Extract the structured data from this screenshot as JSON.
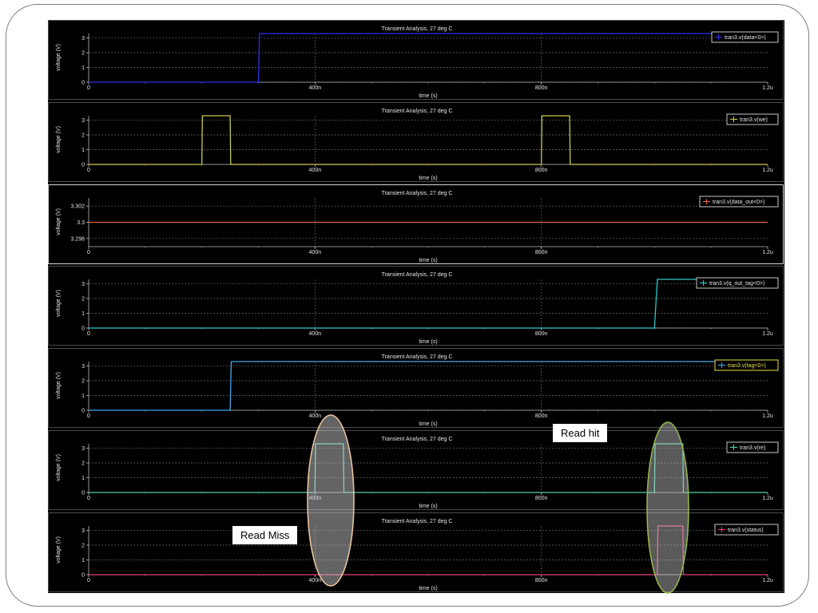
{
  "chart_data": [
    {
      "type": "line",
      "title": "Transient Analysis, 27 deg C",
      "xlabel": "time (s)",
      "ylabel": "voltage (V)",
      "xlim": [
        0,
        1.2e-06
      ],
      "xticks": [
        {
          "value": 0,
          "label": "0"
        },
        {
          "value": 4e-07,
          "label": "400n"
        },
        {
          "value": 8e-07,
          "label": "800n"
        },
        {
          "value": 1.2e-06,
          "label": "1.2u"
        }
      ],
      "ylim": [
        0,
        3.3
      ],
      "yticks": [
        {
          "value": 0,
          "label": "0"
        },
        {
          "value": 1,
          "label": "1"
        },
        {
          "value": 2,
          "label": "2"
        },
        {
          "value": 3,
          "label": "3"
        }
      ],
      "series": [
        {
          "name": "tran3.v(data<0>)",
          "color": "#3030e8",
          "x": [
            0,
            3e-07,
            3.02e-07,
            1.2e-06
          ],
          "y": [
            0,
            0,
            3.3,
            3.3
          ]
        }
      ],
      "legend_position": "top-right",
      "grid": true
    },
    {
      "type": "line",
      "title": "Transient Analysis, 27 deg C",
      "xlabel": "time (s)",
      "ylabel": "voltage (V)",
      "xlim": [
        0,
        1.2e-06
      ],
      "xticks": [
        {
          "value": 0,
          "label": "0"
        },
        {
          "value": 4e-07,
          "label": "400n"
        },
        {
          "value": 8e-07,
          "label": "800n"
        },
        {
          "value": 1.2e-06,
          "label": "1.2u"
        }
      ],
      "ylim": [
        0,
        3.3
      ],
      "yticks": [
        {
          "value": 0,
          "label": "0"
        },
        {
          "value": 1,
          "label": "1"
        },
        {
          "value": 2,
          "label": "2"
        },
        {
          "value": 3,
          "label": "3"
        }
      ],
      "series": [
        {
          "name": "tran3.v(we)",
          "color": "#c8c850",
          "x": [
            0,
            2e-07,
            2.01e-07,
            2.5e-07,
            2.51e-07,
            8e-07,
            8.01e-07,
            8.5e-07,
            8.51e-07,
            1.2e-06
          ],
          "y": [
            0,
            0,
            3.3,
            3.3,
            0,
            0,
            3.3,
            3.3,
            0,
            0
          ]
        }
      ],
      "legend_position": "top-right",
      "grid": true
    },
    {
      "type": "line",
      "title": "Transient Analysis, 27 deg C",
      "xlabel": "time (s)",
      "ylabel": "voltage (V)",
      "xlim": [
        0,
        1.2e-06
      ],
      "xticks": [
        {
          "value": 0,
          "label": "0"
        },
        {
          "value": 4e-07,
          "label": "400n"
        },
        {
          "value": 8e-07,
          "label": "800n"
        },
        {
          "value": 1.2e-06,
          "label": "1.2u"
        }
      ],
      "ylim": [
        3.297,
        3.303
      ],
      "yticks": [
        {
          "value": 3.298,
          "label": "3.298"
        },
        {
          "value": 3.3,
          "label": "3.3"
        },
        {
          "value": 3.302,
          "label": "3.302"
        }
      ],
      "series": [
        {
          "name": "tran3.v(data_out<0>)",
          "color": "#d86a3a",
          "x": [
            0,
            1.2e-06
          ],
          "y": [
            3.3,
            3.3
          ]
        }
      ],
      "legend_position": "top-right",
      "grid": true
    },
    {
      "type": "line",
      "title": "Transient Analysis, 27 deg C",
      "xlabel": "time (s)",
      "ylabel": "voltage (V)",
      "xlim": [
        0,
        1.2e-06
      ],
      "xticks": [
        {
          "value": 0,
          "label": "0"
        },
        {
          "value": 4e-07,
          "label": "400n"
        },
        {
          "value": 8e-07,
          "label": "800n"
        },
        {
          "value": 1.2e-06,
          "label": "1.2u"
        }
      ],
      "ylim": [
        0,
        3.3
      ],
      "yticks": [
        {
          "value": 0,
          "label": "0"
        },
        {
          "value": 1,
          "label": "1"
        },
        {
          "value": 2,
          "label": "2"
        },
        {
          "value": 3,
          "label": "3"
        }
      ],
      "series": [
        {
          "name": "tran3.v(q_out_tag<0>)",
          "color": "#30c8c8",
          "x": [
            0,
            1e-06,
            1.005e-06,
            1.2e-06
          ],
          "y": [
            0,
            0,
            3.3,
            3.3
          ]
        }
      ],
      "legend_position": "top-right",
      "grid": true
    },
    {
      "type": "line",
      "title": "Transient Analysis, 27 deg C",
      "xlabel": "time (s)",
      "ylabel": "voltage (V)",
      "xlim": [
        0,
        1.2e-06
      ],
      "xticks": [
        {
          "value": 0,
          "label": "0"
        },
        {
          "value": 4e-07,
          "label": "400n"
        },
        {
          "value": 8e-07,
          "label": "800n"
        },
        {
          "value": 1.2e-06,
          "label": "1.2u"
        }
      ],
      "ylim": [
        0,
        3.3
      ],
      "yticks": [
        {
          "value": 0,
          "label": "0"
        },
        {
          "value": 1,
          "label": "1"
        },
        {
          "value": 2,
          "label": "2"
        },
        {
          "value": 3,
          "label": "3"
        }
      ],
      "series": [
        {
          "name": "tran3.v(tag<0>)",
          "color": "#40a8f0",
          "x": [
            0,
            2.5e-07,
            2.52e-07,
            1.2e-06
          ],
          "y": [
            0,
            0,
            3.3,
            3.3
          ]
        }
      ],
      "legend_position": "top-right",
      "legend_highlight": "#e8e040",
      "grid": true
    },
    {
      "type": "line",
      "title": "Transient Analysis, 27 deg C",
      "xlabel": "time (s)",
      "ylabel": "voltage (V)",
      "xlim": [
        0,
        1.2e-06
      ],
      "xticks": [
        {
          "value": 0,
          "label": "0"
        },
        {
          "value": 4e-07,
          "label": "400n"
        },
        {
          "value": 8e-07,
          "label": "800n"
        },
        {
          "value": 1.2e-06,
          "label": "1.2u"
        }
      ],
      "ylim": [
        0,
        3.3
      ],
      "yticks": [
        {
          "value": 0,
          "label": "0"
        },
        {
          "value": 1,
          "label": "1"
        },
        {
          "value": 2,
          "label": "2"
        },
        {
          "value": 3,
          "label": "3"
        }
      ],
      "series": [
        {
          "name": "tran3.v(re)",
          "color": "#50d0b0",
          "x": [
            0,
            4e-07,
            4.01e-07,
            4.5e-07,
            4.51e-07,
            1e-06,
            1.001e-06,
            1.05e-06,
            1.051e-06,
            1.2e-06
          ],
          "y": [
            0,
            0,
            3.3,
            3.3,
            0,
            0,
            3.3,
            3.3,
            0,
            0
          ]
        }
      ],
      "legend_position": "top-right",
      "grid": true
    },
    {
      "type": "line",
      "title": "Transient Analysis, 27 deg C",
      "xlabel": "time (s)",
      "ylabel": "voltage (V)",
      "xlim": [
        0,
        1.2e-06
      ],
      "xticks": [
        {
          "value": 0,
          "label": "0"
        },
        {
          "value": 4e-07,
          "label": "400n"
        },
        {
          "value": 8e-07,
          "label": "800n"
        },
        {
          "value": 1.2e-06,
          "label": "1.2u"
        }
      ],
      "ylim": [
        0,
        3.3
      ],
      "yticks": [
        {
          "value": 0,
          "label": "0"
        },
        {
          "value": 1,
          "label": "1"
        },
        {
          "value": 2,
          "label": "2"
        },
        {
          "value": 3,
          "label": "3"
        }
      ],
      "series": [
        {
          "name": "tran3.v(status)",
          "color": "#e83c7c",
          "x": [
            0,
            1.005e-06,
            1.006e-06,
            1.05e-06,
            1.051e-06,
            1.2e-06
          ],
          "y": [
            0,
            0,
            3.3,
            3.3,
            0,
            0
          ]
        }
      ],
      "legend_position": "top-right",
      "grid": true
    }
  ],
  "annotations": {
    "read_hit": {
      "label": "Read hit",
      "ellipse_color": "#9ab84c"
    },
    "read_miss": {
      "label": "Read Miss",
      "ellipse_color": "#f0c8a0"
    }
  }
}
